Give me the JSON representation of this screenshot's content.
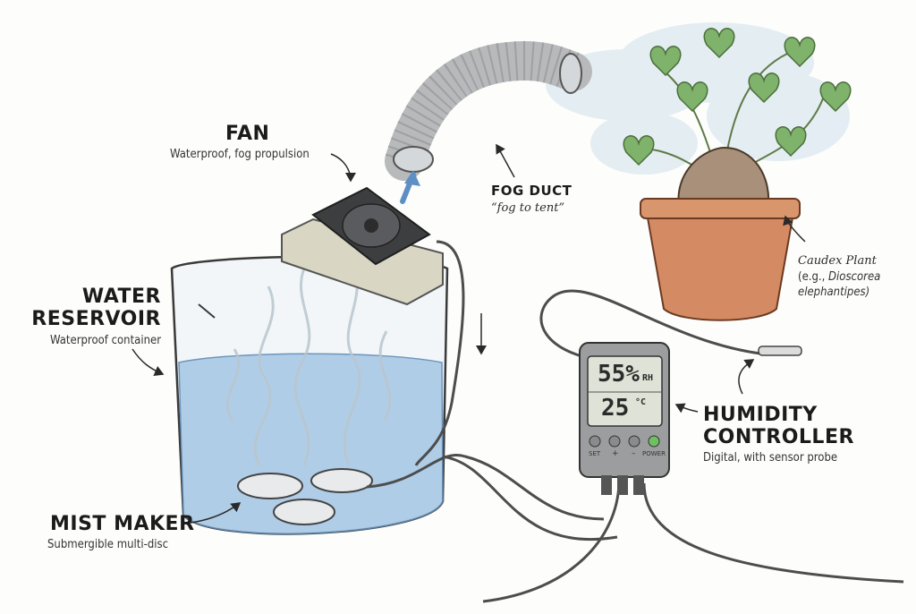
{
  "fan": {
    "title": "FAN",
    "subtitle": "Waterproof, fog propulsion"
  },
  "fog_duct": {
    "title": "FOG DUCT",
    "note": "“fog to tent”"
  },
  "water_reservoir": {
    "title_line1": "WATER",
    "title_line2": "RESERVOIR",
    "subtitle": "Waterproof container"
  },
  "mist_maker": {
    "title": "MIST MAKER",
    "subtitle": "Submergible multi-disc"
  },
  "caudex_plant": {
    "title": "Caudex Plant",
    "line2_prefix": "(e.g., ",
    "line2_species": "Dioscorea",
    "line3": "elephantipes)"
  },
  "humidity_controller": {
    "title_line1": "HUMIDITY",
    "title_line2": "CONTROLLER",
    "subtitle": "Digital, with sensor probe",
    "display": {
      "humidity_value": "55%",
      "humidity_unit": "RH",
      "temperature_value": "25",
      "temperature_unit": "°C"
    },
    "buttons": [
      {
        "label": "SET",
        "color": "#8a8c8c"
      },
      {
        "label": "+",
        "color": "#8a8c8c"
      },
      {
        "label": "–",
        "color": "#8a8c8c"
      },
      {
        "label": "POWER",
        "color": "#6fbf63"
      }
    ]
  },
  "colors": {
    "water": "#a9c9e6",
    "pot": "#d48a62",
    "leaf": "#7fb26a",
    "ink": "#2a2a2a",
    "fog": "#c9dcea"
  }
}
